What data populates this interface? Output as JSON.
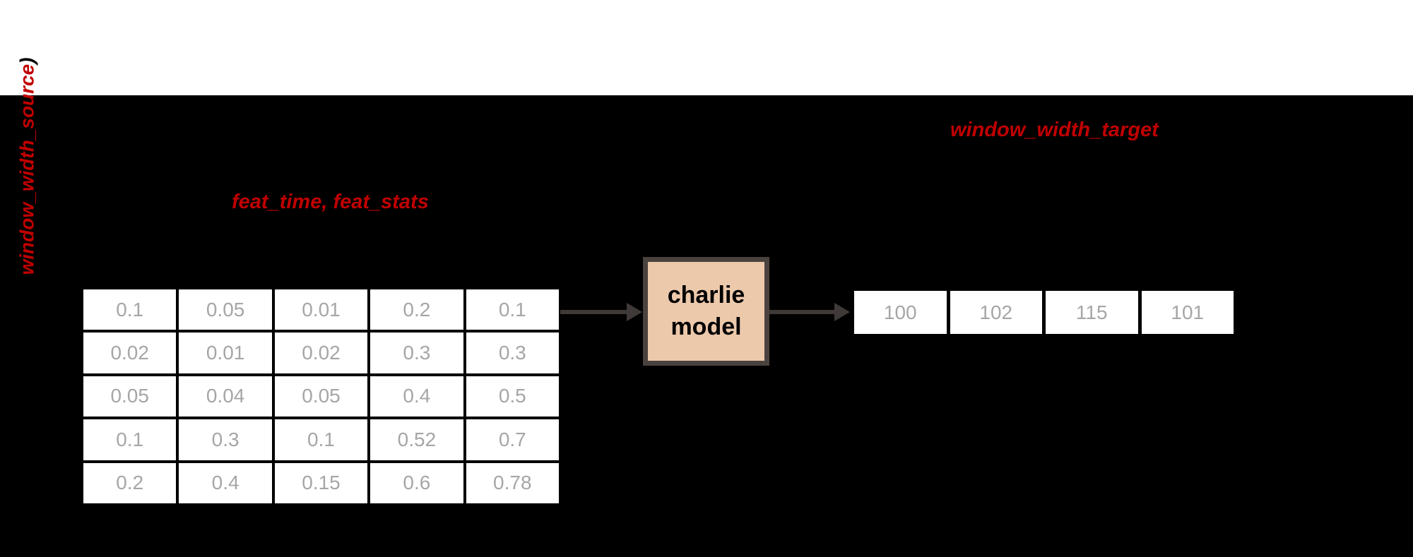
{
  "labels": {
    "window_source": "window_width_source",
    "window_source_suffix": ")",
    "features": "feat_time, feat_stats",
    "window_target": "window_width_target"
  },
  "model_box": {
    "line1": "charlie",
    "line2": "model"
  },
  "input_table": {
    "rows": [
      [
        "0.1",
        "0.05",
        "0.01",
        "0.2",
        "0.1"
      ],
      [
        "0.02",
        "0.01",
        "0.02",
        "0.3",
        "0.3"
      ],
      [
        "0.05",
        "0.04",
        "0.05",
        "0.4",
        "0.5"
      ],
      [
        "0.1",
        "0.3",
        "0.1",
        "0.52",
        "0.7"
      ],
      [
        "0.2",
        "0.4",
        "0.15",
        "0.6",
        "0.78"
      ]
    ]
  },
  "output_row": {
    "values": [
      "100",
      "102",
      "115",
      "101"
    ]
  },
  "colors": {
    "background": "#000000",
    "band_white": "#ffffff",
    "label_red": "#c00000",
    "box_fill": "#edc9ac",
    "box_border": "#4a423e",
    "arrow": "#3f3a38",
    "value_text": "#a6a6a6"
  }
}
